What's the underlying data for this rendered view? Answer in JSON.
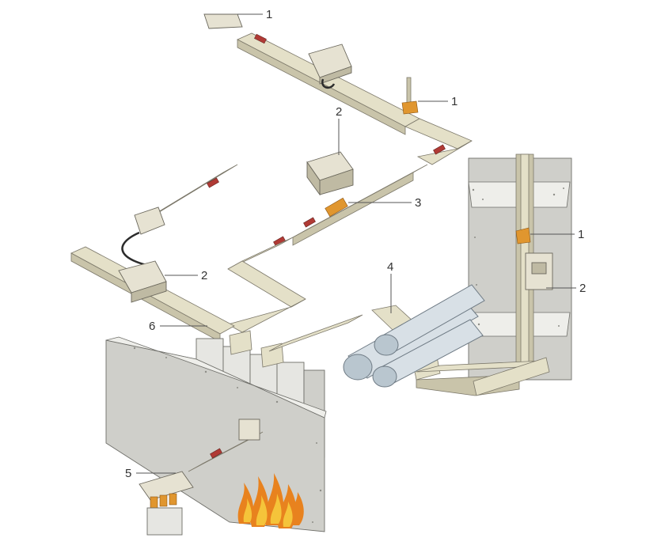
{
  "callouts": [
    {
      "id": "c1a",
      "label": "1"
    },
    {
      "id": "c1b",
      "label": "1"
    },
    {
      "id": "c1c",
      "label": "1"
    },
    {
      "id": "c2a",
      "label": "2"
    },
    {
      "id": "c2b",
      "label": "2"
    },
    {
      "id": "c2c",
      "label": "2"
    },
    {
      "id": "c3",
      "label": "3"
    },
    {
      "id": "c4",
      "label": "4"
    },
    {
      "id": "c5",
      "label": "5"
    },
    {
      "id": "c6",
      "label": "6"
    }
  ],
  "colors": {
    "trunking": "#e4e0c8",
    "tap_off_box": "#e6e2d2",
    "red_marker": "#b03a35",
    "wall": "#cfcfca",
    "pipes": "#d8e0e6",
    "fire": "#e8821e",
    "fixings": "#e0962f"
  }
}
